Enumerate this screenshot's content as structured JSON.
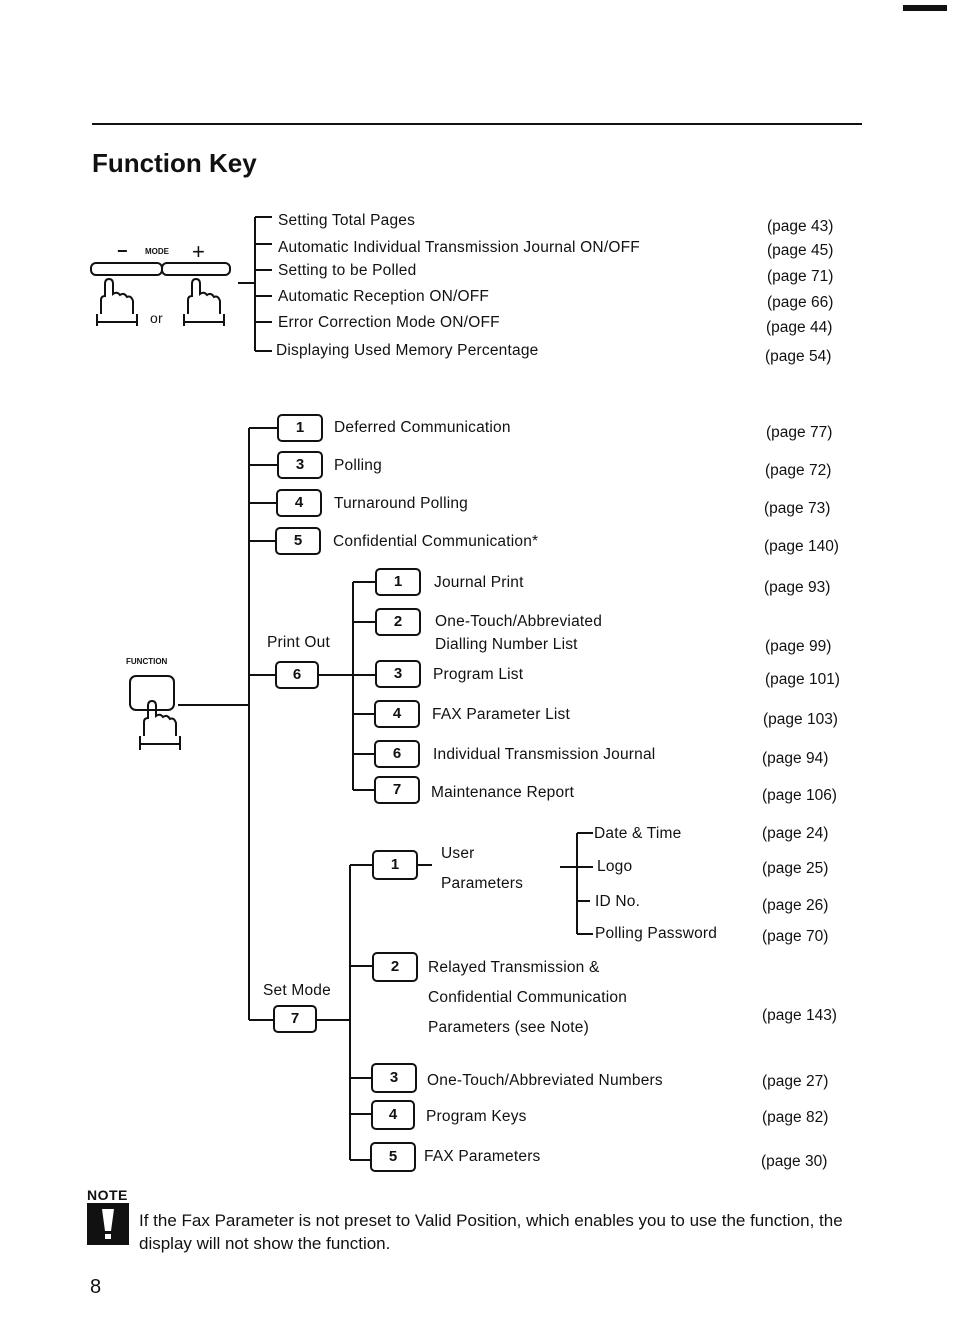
{
  "page": {
    "title": "Function Key",
    "number": "8"
  },
  "mode_section": {
    "minus": "−",
    "mode_label": "MODE",
    "plus": "+",
    "or": "or",
    "items": [
      {
        "label": "Setting Total Pages",
        "page": "(page 43)"
      },
      {
        "label": "Automatic Individual Transmission Journal ON/OFF",
        "page": "(page 45)"
      },
      {
        "label": "Setting to be Polled",
        "page": "(page 71)"
      },
      {
        "label": "Automatic Reception ON/OFF",
        "page": "(page 66)"
      },
      {
        "label": "Error Correction Mode ON/OFF",
        "page": "(page 44)"
      },
      {
        "label": "Displaying Used Memory Percentage",
        "page": "(page 54)"
      }
    ]
  },
  "function_section": {
    "function_label": "FUNCTION",
    "items": [
      {
        "key": "1",
        "label": "Deferred Communication",
        "page": "(page 77)"
      },
      {
        "key": "3",
        "label": "Polling",
        "page": "(page 72)"
      },
      {
        "key": "4",
        "label": "Turnaround Polling",
        "page": "(page 73)"
      },
      {
        "key": "5",
        "label": "Confidential Communication*",
        "page": "(page 140)"
      }
    ],
    "print_out": {
      "label": "Print Out",
      "key": "6",
      "items": [
        {
          "key": "1",
          "label": "Journal Print",
          "page": "(page 93)"
        },
        {
          "key": "2",
          "label": "One-Touch/Abbreviated",
          "label2": "Dialling Number List",
          "page": "(page 99)"
        },
        {
          "key": "3",
          "label": "Program List",
          "page": "(page 101)"
        },
        {
          "key": "4",
          "label": "FAX Parameter List",
          "page": "(page 103)"
        },
        {
          "key": "6",
          "label": "Individual Transmission Journal",
          "page": "(page 94)"
        },
        {
          "key": "7",
          "label": "Maintenance Report",
          "page": "(page 106)"
        }
      ]
    },
    "set_mode": {
      "label": "Set Mode",
      "key": "7",
      "user_params": {
        "key": "1",
        "label": "User",
        "label2": "Parameters",
        "items": [
          {
            "label": "Date & Time",
            "page": "(page 24)"
          },
          {
            "label": "Logo",
            "page": "(page 25)"
          },
          {
            "label": "ID No.",
            "page": "(page 26)"
          },
          {
            "label": "Polling Password",
            "page": "(page 70)"
          }
        ]
      },
      "relayed": {
        "key": "2",
        "label": "Relayed Transmission &",
        "label2": "Confidential Communication",
        "label3": "Parameters (see Note)",
        "page": "(page 143)"
      },
      "items": [
        {
          "key": "3",
          "label": "One-Touch/Abbreviated Numbers",
          "page": "(page 27)"
        },
        {
          "key": "4",
          "label": "Program Keys",
          "page": "(page 82)"
        },
        {
          "key": "5",
          "label": "FAX Parameters",
          "page": "(page 30)"
        }
      ]
    }
  },
  "note": {
    "label": "NOTE",
    "text": "If the Fax Parameter is not preset to Valid Position, which enables you to use the function, the display will not show the function."
  }
}
